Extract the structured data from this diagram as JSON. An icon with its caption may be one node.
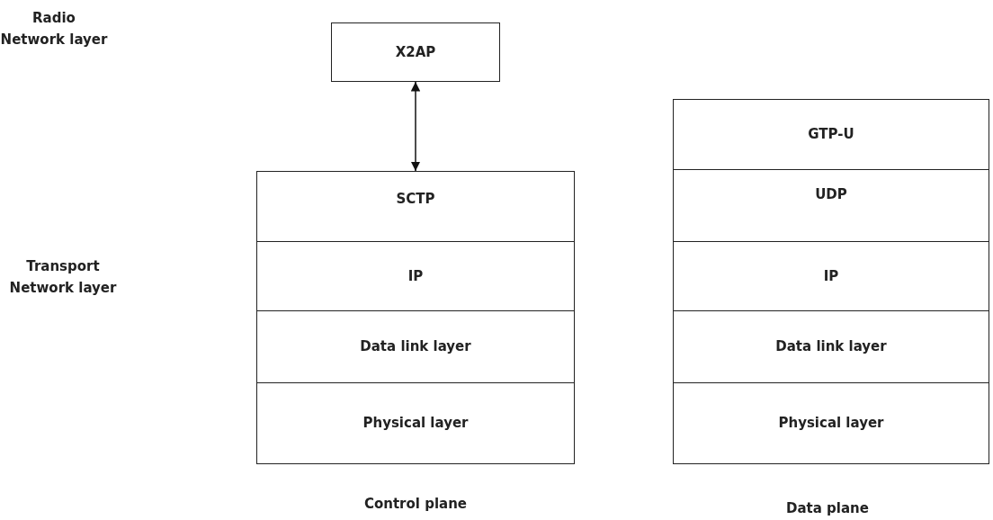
{
  "diagram": {
    "nodes": [
      {
        "text": [
          "X2AP"
        ]
      },
      {
        "text": [
          "SCTP"
        ]
      },
      {
        "text": [
          "IP"
        ]
      },
      {
        "text": [
          "Data link layer"
        ]
      },
      {
        "text": [
          "Physical layer"
        ]
      },
      {
        "text": [
          "GTP-U"
        ]
      },
      {
        "text": [
          "UDP"
        ]
      },
      {
        "text": [
          "IP"
        ]
      },
      {
        "text": [
          "Data link layer"
        ]
      },
      {
        "text": [
          "Physical layer"
        ]
      }
    ],
    "edges": [
      {
        "from": 0,
        "to": 1,
        "arrow": "both"
      }
    ],
    "labels": [
      "Radio Network layer",
      "Transport Network layer",
      "Control plane",
      "Data plane"
    ]
  }
}
